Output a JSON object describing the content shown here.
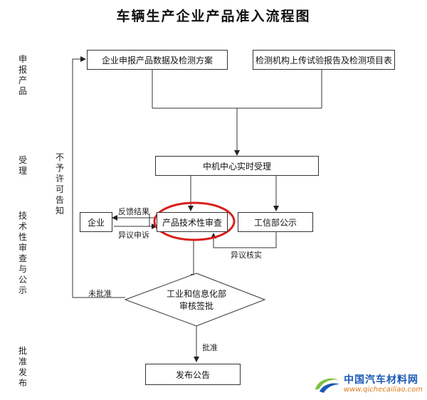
{
  "title": "车辆生产企业产品准入流程图",
  "stages": {
    "apply": "申\n报\n产\n品",
    "accept": "受\n理",
    "review": "技\n术\n性\n审\n查\n与\n公\n示",
    "approve": "批\n准\n发\n布"
  },
  "nodes": {
    "company_submit": "企业申报产品数据及检测方案",
    "lab_upload": "检测机构上传试验报告及检测项目表",
    "center_accept": "中机中心实时受理",
    "enterprise": "企业",
    "tech_review": "产品技术性审查",
    "miit_notice": "工信部公示",
    "miit_approval_line1": "工业和信息化部",
    "miit_approval_line2": "审核签批",
    "publish": "发布公告"
  },
  "edge_labels": {
    "not_permitted": "不\n予\n许\n可\n告\n知",
    "feedback": "反馈结果",
    "objection_appeal": "异议申诉",
    "objection_verify": "异议核实",
    "not_approved": "未批准",
    "approved": "批准"
  },
  "watermark": {
    "name": "中国汽车材料网",
    "url": "www.qichecailiao.com"
  },
  "colors": {
    "highlight": "#d8201d",
    "watermark_blue": "#1a59b5",
    "watermark_orange": "#e07b1a"
  }
}
